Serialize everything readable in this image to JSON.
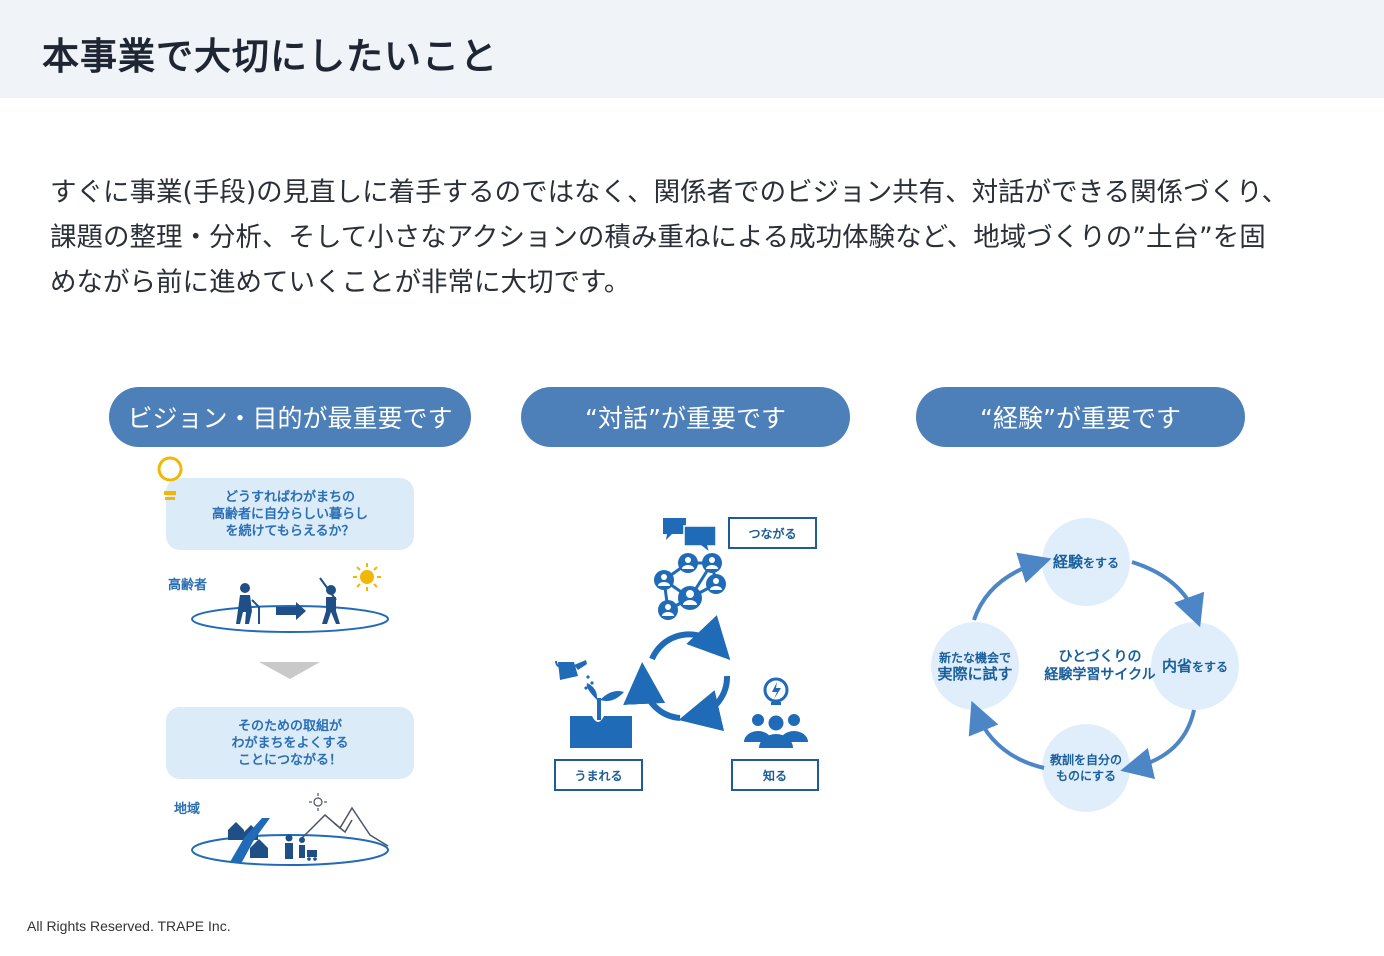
{
  "header": {
    "title": "本事業で大切にしたいこと"
  },
  "lead": {
    "lines": [
      "すぐに事業(手段)の見直しに着手するのではなく、関係者でのビジョン共有、対話ができる関係づくり、",
      "課題の整理・分析、そして小さなアクションの積み重ねによる成功体験など、地域づくりの”土台”を固",
      "めながら前に進めていくことが非常に大切です。"
    ]
  },
  "columns": {
    "vision": {
      "title": "ビジョン・目的が最重要です",
      "question": [
        "どうすればわがまちの",
        "高齢者に自分らしい暮らし",
        "を続けてもらえるか？"
      ],
      "elderly_label": "高齢者",
      "answer": [
        "そのための取組が",
        "わがまちをよくする",
        "ことにつながる！"
      ],
      "region_label": "地域",
      "icons": [
        "lightbulb-icon",
        "elderly-walking-icon",
        "golf-player-icon",
        "sun-icon",
        "town-icon"
      ]
    },
    "dialogue": {
      "title": "“対話”が重要です",
      "labels": {
        "connect": "つながる",
        "born": "うまれる",
        "know": "知る"
      },
      "icons": [
        "chat-bubbles-icon",
        "network-people-icon",
        "cycle-arrows-icon",
        "watering-sprout-icon",
        "group-idea-icon"
      ]
    },
    "experience": {
      "title": "“経験”が重要です",
      "cycle_center": [
        "ひとづくりの",
        "経験学習サイクル"
      ],
      "nodes": {
        "experience": {
          "main": "経験",
          "sub": "をする"
        },
        "reflect": {
          "main": "内省",
          "sub": "をする"
        },
        "lesson": [
          "教訓を自分の",
          "ものにする"
        ],
        "trial": {
          "line1": "新たな機会で",
          "line2": "実際に試す"
        }
      },
      "accent_color": "#4d86c6"
    }
  },
  "colors": {
    "pill": "#4d7fb8",
    "bubble": "#dcebf8",
    "text_blue": "#2a6fb5",
    "icon_blue": "#1f6bb8"
  },
  "footer": {
    "text": "All Rights Reserved. TRAPE Inc."
  }
}
